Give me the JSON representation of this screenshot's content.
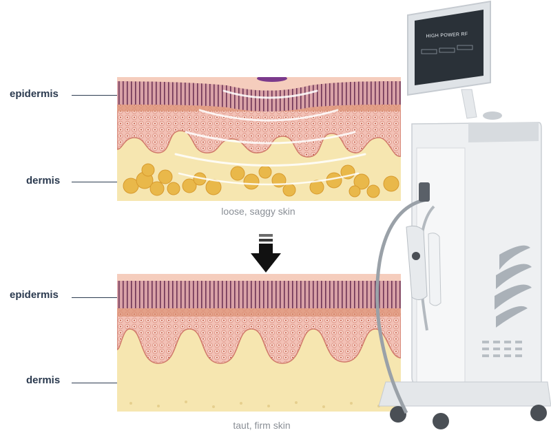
{
  "labels": {
    "top_epidermis": "epidermis",
    "top_dermis": "dermis",
    "bottom_epidermis": "epidermis",
    "bottom_dermis": "dermis"
  },
  "captions": {
    "before": "loose, saggy skin",
    "after": "taut, firm skin"
  },
  "device": {
    "screen_text": "HIGH POWER RF"
  },
  "colors": {
    "label_text": "#2b3a4f",
    "caption_text": "#8a8f96",
    "epidermis_pink": "#e9a9a0",
    "cell_red": "#c0533f",
    "dermis_yellow": "#f6e6b0",
    "fat_gold": "#e9b84a",
    "device_white": "#eef0f2",
    "screen_dark": "#2a3138"
  }
}
